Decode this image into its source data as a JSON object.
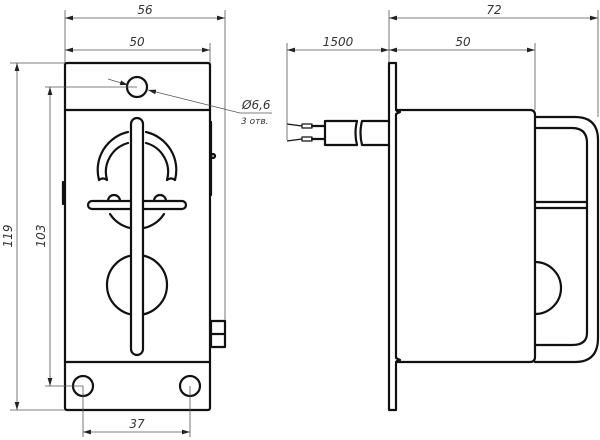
{
  "front_view": {
    "dim_overall_width": "56",
    "dim_body_width": "50",
    "dim_overall_height": "119",
    "dim_hole_spacing_vertical": "103",
    "dim_hole_spacing_horizontal": "37",
    "hole_diameter": "Ø6,6",
    "hole_count": "3 отв."
  },
  "side_view": {
    "dim_overall_depth": "72",
    "dim_body_depth": "50",
    "dim_cable_length": "1500"
  },
  "colors": {
    "line": "#111111",
    "dimension": "#555555",
    "background": "#ffffff"
  }
}
